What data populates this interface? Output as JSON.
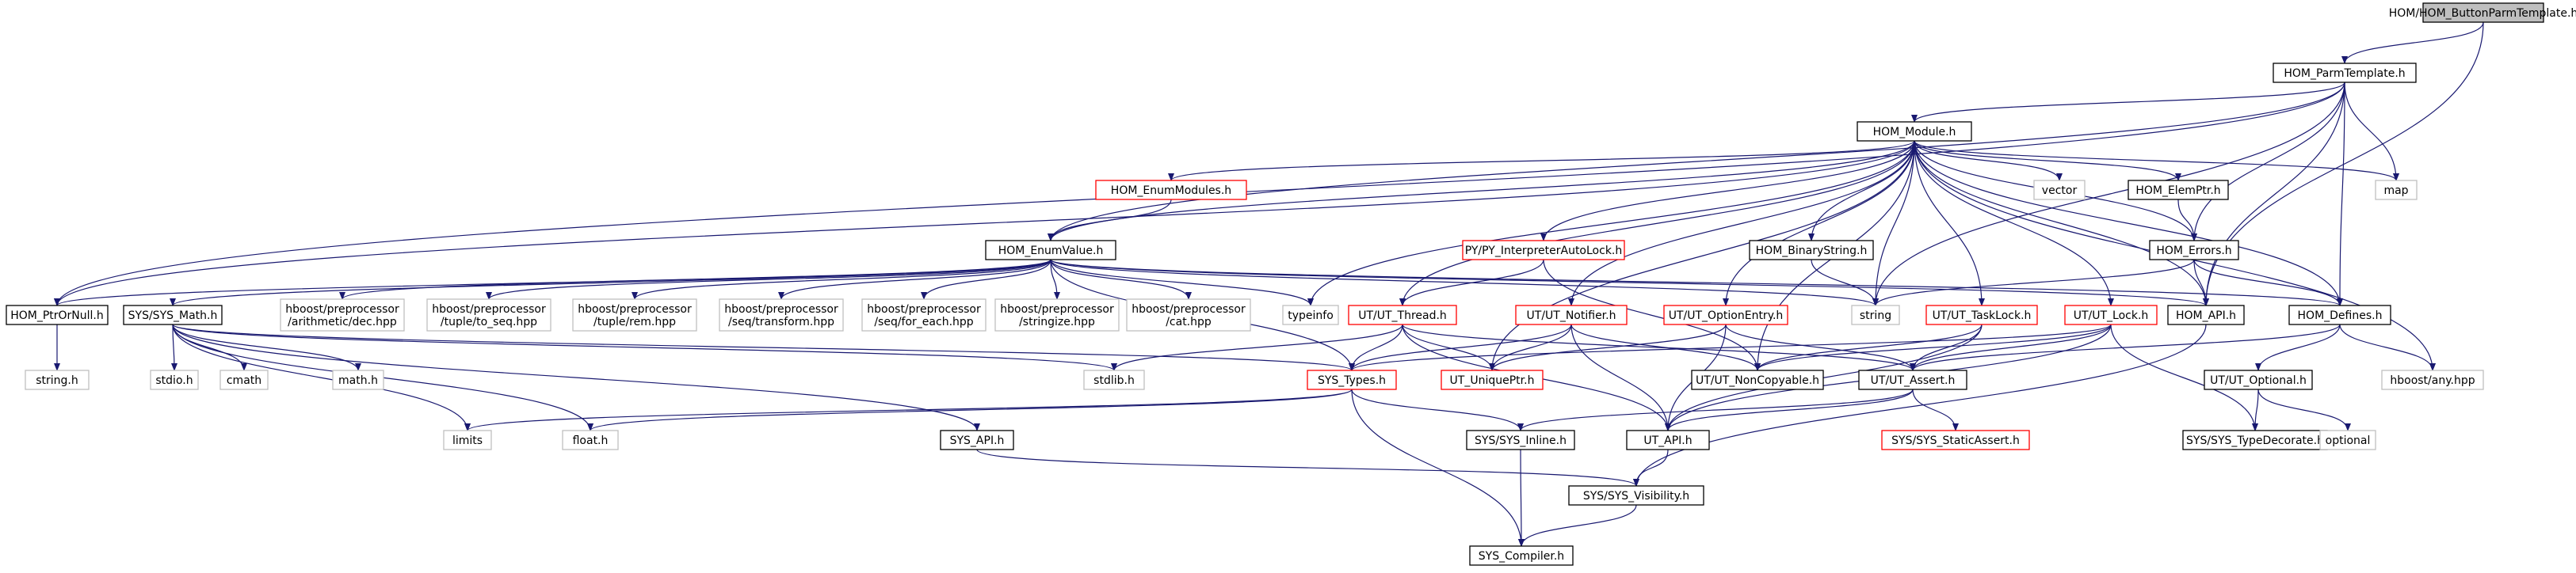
{
  "graph": {
    "nodes": [
      {
        "id": "root",
        "label": "HOM/HOM_ButtonParmTemplate.h",
        "style": "root"
      },
      {
        "id": "parmtemplate",
        "label": "HOM_ParmTemplate.h",
        "style": "normal"
      },
      {
        "id": "module",
        "label": "HOM_Module.h",
        "style": "normal"
      },
      {
        "id": "enummodules",
        "label": "HOM_EnumModules.h",
        "style": "red"
      },
      {
        "id": "enumvalue",
        "label": "HOM_EnumValue.h",
        "style": "normal"
      },
      {
        "id": "ptrornull",
        "label": "HOM_PtrOrNull.h",
        "style": "normal"
      },
      {
        "id": "string_h",
        "label": "string.h",
        "style": "gray"
      },
      {
        "id": "sysmath",
        "label": "SYS/SYS_Math.h",
        "style": "normal"
      },
      {
        "id": "stdio",
        "label": "stdio.h",
        "style": "gray"
      },
      {
        "id": "cmath",
        "label": "cmath",
        "style": "gray"
      },
      {
        "id": "math_h",
        "label": "math.h",
        "style": "gray"
      },
      {
        "id": "limits",
        "label": "limits",
        "style": "gray"
      },
      {
        "id": "float_h",
        "label": "float.h",
        "style": "gray"
      },
      {
        "id": "sysapi",
        "label": "SYS_API.h",
        "style": "normal"
      },
      {
        "id": "arith",
        "label": "hboost/preprocessor\n/arithmetic/dec.hpp",
        "style": "gray"
      },
      {
        "id": "toseq",
        "label": "hboost/preprocessor\n/tuple/to_seq.hpp",
        "style": "gray"
      },
      {
        "id": "tuplerem",
        "label": "hboost/preprocessor\n/tuple/rem.hpp",
        "style": "gray"
      },
      {
        "id": "seqtransform",
        "label": "hboost/preprocessor\n/seq/transform.hpp",
        "style": "gray"
      },
      {
        "id": "seqforeach",
        "label": "hboost/preprocessor\n/seq/for_each.hpp",
        "style": "gray"
      },
      {
        "id": "stringize",
        "label": "hboost/preprocessor\n/stringize.hpp",
        "style": "gray"
      },
      {
        "id": "cat",
        "label": "hboost/preprocessor\n/cat.hpp",
        "style": "gray"
      },
      {
        "id": "typeinfo",
        "label": "typeinfo",
        "style": "gray"
      },
      {
        "id": "utthread",
        "label": "UT/UT_Thread.h",
        "style": "red"
      },
      {
        "id": "pyauto",
        "label": "PY/PY_InterpreterAutoLock.h",
        "style": "red"
      },
      {
        "id": "utnotifier",
        "label": "UT/UT_Notifier.h",
        "style": "red"
      },
      {
        "id": "utoption",
        "label": "UT/UT_OptionEntry.h",
        "style": "red"
      },
      {
        "id": "binarystring",
        "label": "HOM_BinaryString.h",
        "style": "normal"
      },
      {
        "id": "string",
        "label": "string",
        "style": "gray"
      },
      {
        "id": "uttasklock",
        "label": "UT/UT_TaskLock.h",
        "style": "red"
      },
      {
        "id": "utlock",
        "label": "UT/UT_Lock.h",
        "style": "red"
      },
      {
        "id": "vector",
        "label": "vector",
        "style": "gray"
      },
      {
        "id": "elemptr",
        "label": "HOM_ElemPtr.h",
        "style": "normal"
      },
      {
        "id": "map",
        "label": "map",
        "style": "gray"
      },
      {
        "id": "errors",
        "label": "HOM_Errors.h",
        "style": "normal"
      },
      {
        "id": "homapi",
        "label": "HOM_API.h",
        "style": "normal"
      },
      {
        "id": "homdefines",
        "label": "HOM_Defines.h",
        "style": "normal"
      },
      {
        "id": "stdlib",
        "label": "stdlib.h",
        "style": "gray"
      },
      {
        "id": "systypes",
        "label": "SYS_Types.h",
        "style": "red"
      },
      {
        "id": "uniqueptr",
        "label": "UT_UniquePtr.h",
        "style": "red"
      },
      {
        "id": "noncopyable",
        "label": "UT/UT_NonCopyable.h",
        "style": "normal"
      },
      {
        "id": "utassert",
        "label": "UT/UT_Assert.h",
        "style": "normal"
      },
      {
        "id": "utoptional",
        "label": "UT/UT_Optional.h",
        "style": "normal"
      },
      {
        "id": "anyhpp",
        "label": "hboost/any.hpp",
        "style": "gray"
      },
      {
        "id": "sysinline",
        "label": "SYS/SYS_Inline.h",
        "style": "normal"
      },
      {
        "id": "utapi",
        "label": "UT_API.h",
        "style": "normal"
      },
      {
        "id": "staticassert",
        "label": "SYS/SYS_StaticAssert.h",
        "style": "red"
      },
      {
        "id": "typedecorate",
        "label": "SYS/SYS_TypeDecorate.h",
        "style": "normal"
      },
      {
        "id": "optional",
        "label": "optional",
        "style": "gray"
      },
      {
        "id": "visibility",
        "label": "SYS/SYS_Visibility.h",
        "style": "normal"
      },
      {
        "id": "compiler",
        "label": "SYS_Compiler.h",
        "style": "normal"
      }
    ],
    "edges": [
      [
        "root",
        "parmtemplate"
      ],
      [
        "root",
        "homapi"
      ],
      [
        "parmtemplate",
        "module"
      ],
      [
        "parmtemplate",
        "enumvalue"
      ],
      [
        "parmtemplate",
        "ptrornull"
      ],
      [
        "parmtemplate",
        "map"
      ],
      [
        "parmtemplate",
        "errors"
      ],
      [
        "parmtemplate",
        "homapi"
      ],
      [
        "parmtemplate",
        "homdefines"
      ],
      [
        "parmtemplate",
        "string"
      ],
      [
        "module",
        "enummodules"
      ],
      [
        "module",
        "enumvalue"
      ],
      [
        "module",
        "ptrornull"
      ],
      [
        "module",
        "typeinfo"
      ],
      [
        "module",
        "utthread"
      ],
      [
        "module",
        "pyauto"
      ],
      [
        "module",
        "utnotifier"
      ],
      [
        "module",
        "utoption"
      ],
      [
        "module",
        "binarystring"
      ],
      [
        "module",
        "string"
      ],
      [
        "module",
        "uttasklock"
      ],
      [
        "module",
        "utlock"
      ],
      [
        "module",
        "vector"
      ],
      [
        "module",
        "elemptr"
      ],
      [
        "module",
        "map"
      ],
      [
        "module",
        "errors"
      ],
      [
        "module",
        "homapi"
      ],
      [
        "module",
        "homdefines"
      ],
      [
        "module",
        "anyhpp"
      ],
      [
        "module",
        "noncopyable"
      ],
      [
        "module",
        "uniqueptr"
      ],
      [
        "enummodules",
        "enumvalue"
      ],
      [
        "enumvalue",
        "ptrornull"
      ],
      [
        "enumvalue",
        "sysmath"
      ],
      [
        "enumvalue",
        "arith"
      ],
      [
        "enumvalue",
        "toseq"
      ],
      [
        "enumvalue",
        "tuplerem"
      ],
      [
        "enumvalue",
        "seqtransform"
      ],
      [
        "enumvalue",
        "seqforeach"
      ],
      [
        "enumvalue",
        "stringize"
      ],
      [
        "enumvalue",
        "cat"
      ],
      [
        "enumvalue",
        "typeinfo"
      ],
      [
        "enumvalue",
        "string"
      ],
      [
        "enumvalue",
        "homapi"
      ],
      [
        "enumvalue",
        "homdefines"
      ],
      [
        "enumvalue",
        "systypes"
      ],
      [
        "ptrornull",
        "string_h"
      ],
      [
        "sysmath",
        "stdio"
      ],
      [
        "sysmath",
        "cmath"
      ],
      [
        "sysmath",
        "math_h"
      ],
      [
        "sysmath",
        "limits"
      ],
      [
        "sysmath",
        "float_h"
      ],
      [
        "sysmath",
        "sysapi"
      ],
      [
        "sysmath",
        "systypes"
      ],
      [
        "sysmath",
        "stdlib"
      ],
      [
        "sysapi",
        "visibility"
      ],
      [
        "utthread",
        "systypes"
      ],
      [
        "utthread",
        "uniqueptr"
      ],
      [
        "utthread",
        "stdlib"
      ],
      [
        "utthread",
        "utapi"
      ],
      [
        "utthread",
        "utassert"
      ],
      [
        "pyauto",
        "utthread"
      ],
      [
        "pyauto",
        "noncopyable"
      ],
      [
        "utnotifier",
        "systypes"
      ],
      [
        "utnotifier",
        "uniqueptr"
      ],
      [
        "utnotifier",
        "utapi"
      ],
      [
        "utnotifier",
        "noncopyable"
      ],
      [
        "utoption",
        "uniqueptr"
      ],
      [
        "utoption",
        "utapi"
      ],
      [
        "utoption",
        "utassert"
      ],
      [
        "binarystring",
        "string"
      ],
      [
        "uttasklock",
        "noncopyable"
      ],
      [
        "uttasklock",
        "utassert"
      ],
      [
        "uttasklock",
        "utapi"
      ],
      [
        "utlock",
        "noncopyable"
      ],
      [
        "utlock",
        "utassert"
      ],
      [
        "utlock",
        "utapi"
      ],
      [
        "utlock",
        "systypes"
      ],
      [
        "utlock",
        "typedecorate"
      ],
      [
        "elemptr",
        "errors"
      ],
      [
        "errors",
        "string"
      ],
      [
        "errors",
        "homapi"
      ],
      [
        "errors",
        "homdefines"
      ],
      [
        "homapi",
        "visibility"
      ],
      [
        "homdefines",
        "utassert"
      ],
      [
        "homdefines",
        "utoptional"
      ],
      [
        "homdefines",
        "anyhpp"
      ],
      [
        "systypes",
        "limits"
      ],
      [
        "systypes",
        "float_h"
      ],
      [
        "systypes",
        "sysinline"
      ],
      [
        "systypes",
        "compiler"
      ],
      [
        "utassert",
        "sysinline"
      ],
      [
        "utassert",
        "utapi"
      ],
      [
        "utassert",
        "staticassert"
      ],
      [
        "utoptional",
        "typedecorate"
      ],
      [
        "utoptional",
        "optional"
      ],
      [
        "sysinline",
        "compiler"
      ],
      [
        "utapi",
        "visibility"
      ],
      [
        "visibility",
        "compiler"
      ]
    ]
  },
  "colors": {
    "background": "#ffffff",
    "root_fill": "#bfbfbf",
    "normal_border": "#000000",
    "red_border": "#ff0000",
    "gray_border": "#bfbfbf",
    "edge": "#191970",
    "text": "#000000"
  }
}
